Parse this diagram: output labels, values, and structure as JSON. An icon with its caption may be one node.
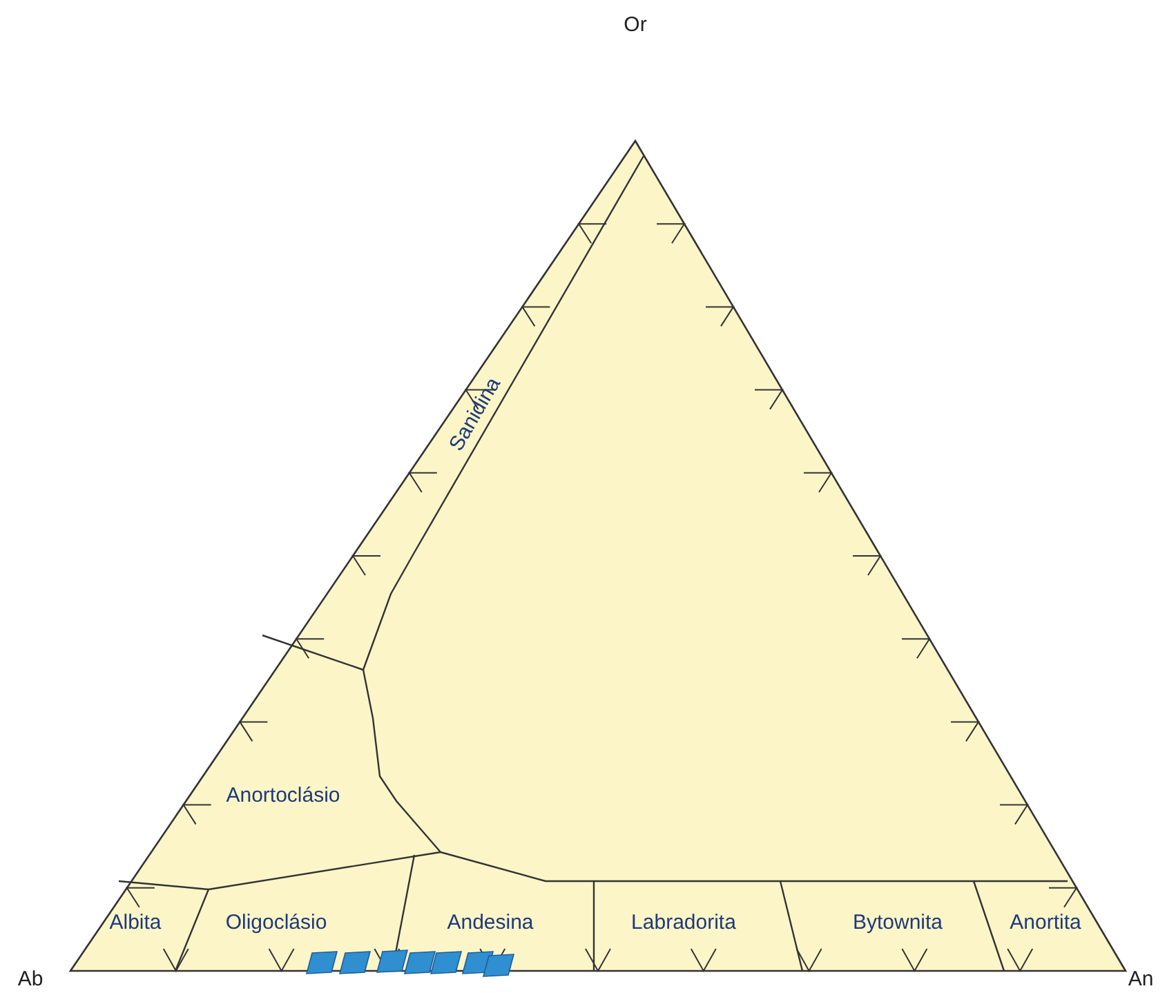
{
  "diagram": {
    "labels": [
      "Or",
      "Sanidina",
      "Anortoclásio",
      "Albita",
      "Oligoclásio",
      "Andesina",
      "Labradorita",
      "Bytownita",
      "Anortita",
      "Ab",
      "An"
    ]
  }
}
